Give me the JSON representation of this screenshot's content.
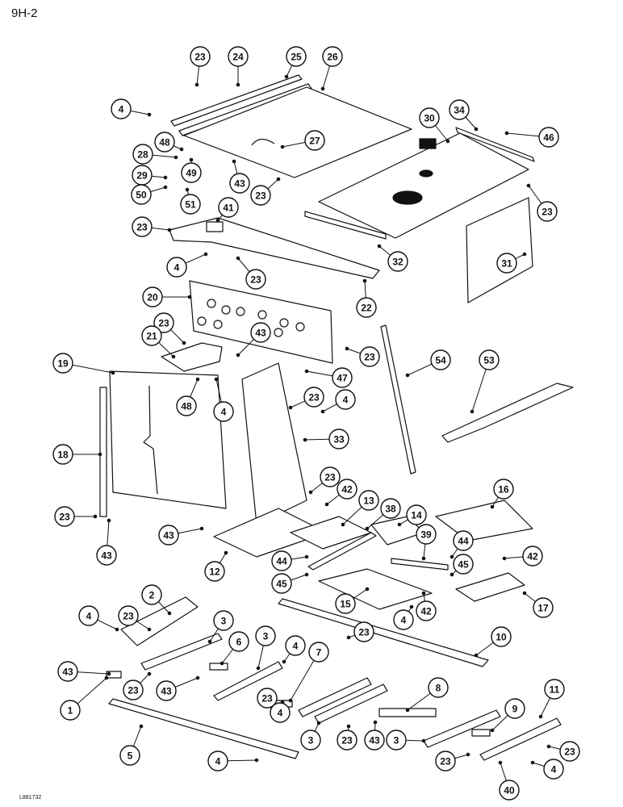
{
  "header": {
    "page_code": "9H-2"
  },
  "footer": {
    "drawing_code": "L881732"
  },
  "style": {
    "ink": "#111111",
    "paper": "#ffffff"
  },
  "callouts": [
    {
      "id": "c1",
      "label": "23"
    },
    {
      "id": "c2",
      "label": "24"
    },
    {
      "id": "c3",
      "label": "25"
    },
    {
      "id": "c4",
      "label": "26"
    },
    {
      "id": "c5",
      "label": "4"
    },
    {
      "id": "c6",
      "label": "48"
    },
    {
      "id": "c7",
      "label": "28"
    },
    {
      "id": "c8",
      "label": "49"
    },
    {
      "id": "c9",
      "label": "43"
    },
    {
      "id": "c10",
      "label": "27"
    },
    {
      "id": "c11",
      "label": "29"
    },
    {
      "id": "c12",
      "label": "50"
    },
    {
      "id": "c13",
      "label": "51"
    },
    {
      "id": "c14",
      "label": "23"
    },
    {
      "id": "c15",
      "label": "34"
    },
    {
      "id": "c16",
      "label": "30"
    },
    {
      "id": "c17",
      "label": "46"
    },
    {
      "id": "c18",
      "label": "23"
    },
    {
      "id": "c19",
      "label": "23"
    },
    {
      "id": "c20",
      "label": "41"
    },
    {
      "id": "c21",
      "label": "4"
    },
    {
      "id": "c22",
      "label": "23"
    },
    {
      "id": "c23",
      "label": "32"
    },
    {
      "id": "c24",
      "label": "31"
    },
    {
      "id": "c25",
      "label": "20"
    },
    {
      "id": "c26",
      "label": "22"
    },
    {
      "id": "c27",
      "label": "23"
    },
    {
      "id": "c28",
      "label": "21"
    },
    {
      "id": "c29",
      "label": "43"
    },
    {
      "id": "c30",
      "label": "23"
    },
    {
      "id": "c31",
      "label": "19"
    },
    {
      "id": "c32",
      "label": "47"
    },
    {
      "id": "c33",
      "label": "54"
    },
    {
      "id": "c34",
      "label": "53"
    },
    {
      "id": "c35",
      "label": "48"
    },
    {
      "id": "c36",
      "label": "4"
    },
    {
      "id": "c37",
      "label": "23"
    },
    {
      "id": "c38",
      "label": "4"
    },
    {
      "id": "c39",
      "label": "18"
    },
    {
      "id": "c40",
      "label": "33"
    },
    {
      "id": "c41",
      "label": "23"
    },
    {
      "id": "c42",
      "label": "42"
    },
    {
      "id": "c43",
      "label": "16"
    },
    {
      "id": "c44",
      "label": "13"
    },
    {
      "id": "c45",
      "label": "38"
    },
    {
      "id": "c46",
      "label": "14"
    },
    {
      "id": "c47",
      "label": "23"
    },
    {
      "id": "c48",
      "label": "43"
    },
    {
      "id": "c49",
      "label": "43"
    },
    {
      "id": "c50",
      "label": "39"
    },
    {
      "id": "c51",
      "label": "44"
    },
    {
      "id": "c52",
      "label": "42"
    },
    {
      "id": "c53",
      "label": "12"
    },
    {
      "id": "c54",
      "label": "44"
    },
    {
      "id": "c55",
      "label": "45"
    },
    {
      "id": "c56",
      "label": "45"
    },
    {
      "id": "c57",
      "label": "15"
    },
    {
      "id": "c58",
      "label": "42"
    },
    {
      "id": "c59",
      "label": "17"
    },
    {
      "id": "c60",
      "label": "2"
    },
    {
      "id": "c61",
      "label": "4"
    },
    {
      "id": "c62",
      "label": "23"
    },
    {
      "id": "c63",
      "label": "3"
    },
    {
      "id": "c64",
      "label": "4"
    },
    {
      "id": "c65",
      "label": "10"
    },
    {
      "id": "c66",
      "label": "6"
    },
    {
      "id": "c67",
      "label": "3"
    },
    {
      "id": "c68",
      "label": "4"
    },
    {
      "id": "c69",
      "label": "7"
    },
    {
      "id": "c70",
      "label": "23"
    },
    {
      "id": "c71",
      "label": "43"
    },
    {
      "id": "c72",
      "label": "23"
    },
    {
      "id": "c73",
      "label": "43"
    },
    {
      "id": "c74",
      "label": "8"
    },
    {
      "id": "c75",
      "label": "11"
    },
    {
      "id": "c76",
      "label": "23"
    },
    {
      "id": "c77",
      "label": "4"
    },
    {
      "id": "c78",
      "label": "1"
    },
    {
      "id": "c79",
      "label": "9"
    },
    {
      "id": "c80",
      "label": "3"
    },
    {
      "id": "c81",
      "label": "23"
    },
    {
      "id": "c82",
      "label": "43"
    },
    {
      "id": "c83",
      "label": "3"
    },
    {
      "id": "c84",
      "label": "5"
    },
    {
      "id": "c85",
      "label": "4"
    },
    {
      "id": "c86",
      "label": "23"
    },
    {
      "id": "c87",
      "label": "23"
    },
    {
      "id": "c88",
      "label": "4"
    },
    {
      "id": "c89",
      "label": "40"
    }
  ]
}
